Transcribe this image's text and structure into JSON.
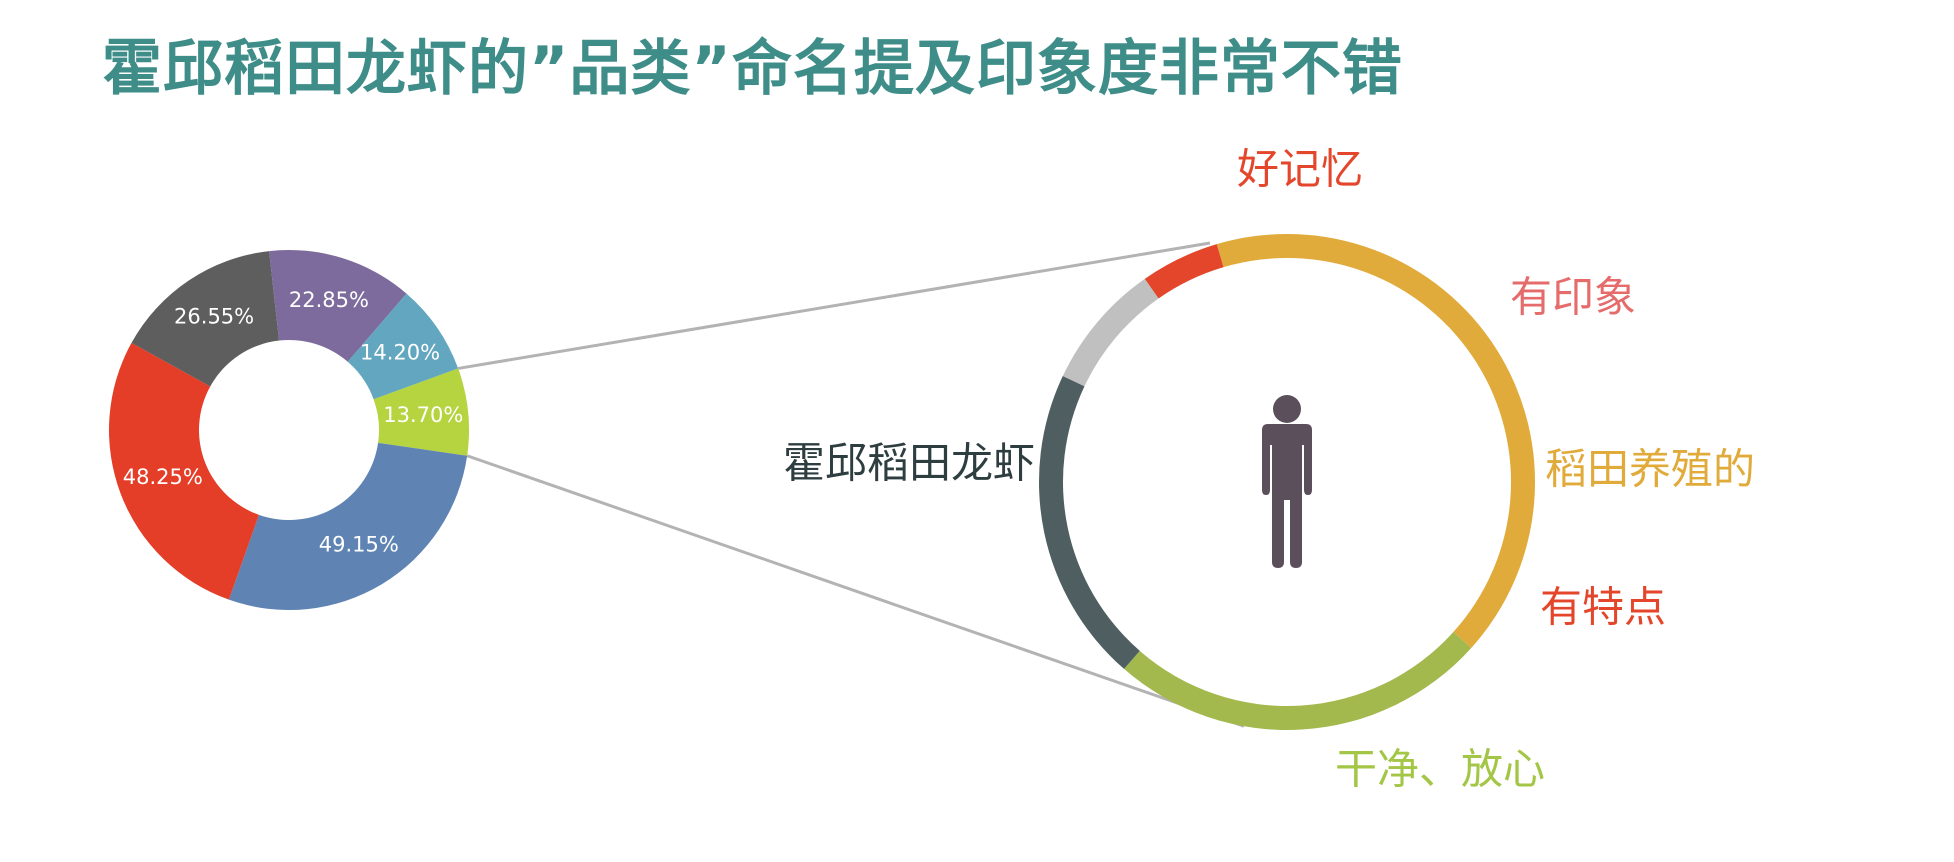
{
  "title": "霍邱稻田龙虾的”品类”命名提及印象度非常不错",
  "colors": {
    "title": "#3f8d89",
    "connector": "#b3b3b3",
    "person": "#5a4f5a"
  },
  "icons": {
    "center": "person-icon"
  },
  "chart_data": [
    {
      "type": "pie",
      "variant": "donut",
      "title": "",
      "series": [
        {
          "labels": [
            "13.70%",
            "49.15%",
            "48.25%",
            "26.55%",
            "22.85%",
            "14.20%"
          ],
          "values": [
            13.7,
            49.15,
            48.25,
            26.55,
            22.85,
            14.2
          ],
          "colors": [
            "#b5d43f",
            "#5f84b4",
            "#e43d28",
            "#5e5e5e",
            "#7c6b9c",
            "#63a6bf"
          ]
        }
      ],
      "highlighted_slice": "13.70%"
    },
    {
      "type": "pie",
      "variant": "ring",
      "title": "",
      "segments": [
        {
          "label": "好记忆",
          "value": 5,
          "color": "#e3462a",
          "label_color": "#e3462a"
        },
        {
          "label": "有印象",
          "value": 0,
          "color": "#e1ab3b",
          "label_color": "#e66b6b"
        },
        {
          "label": "稻田养殖的",
          "value": 0,
          "color": "#e1ab3b",
          "label_color": "#e1ab3b"
        },
        {
          "label": "有特点",
          "value": 40,
          "color": "#e1ab3b",
          "label_color": "#e3462a"
        },
        {
          "label": "干净、放心",
          "value": 24,
          "color": "#a3b94e",
          "label_color": "#a3c646"
        },
        {
          "label": "霍邱稻田龙虾",
          "value": 20,
          "color": "#4f5e60",
          "label_color": "#2e3e40"
        },
        {
          "label": "",
          "value": 8,
          "color": "#c0c0c0",
          "label_color": ""
        }
      ]
    }
  ]
}
